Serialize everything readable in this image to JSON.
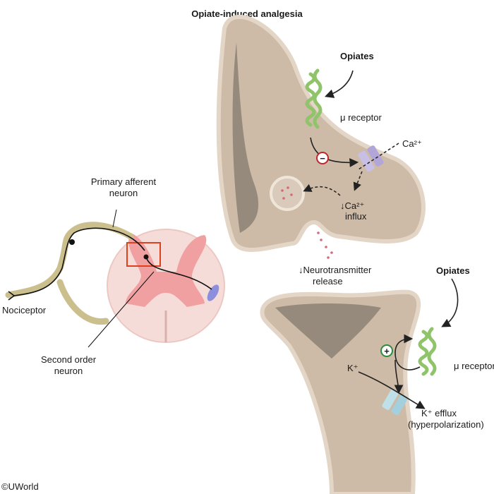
{
  "title": "Opiate-induced analgesia",
  "presynaptic": {
    "opiates": "Opiates",
    "receptor": "μ receptor",
    "calcium": "Ca²⁺",
    "influx_line1": "↓Ca²⁺",
    "influx_line2": "influx",
    "release_line1": "↓Neurotransmitter",
    "release_line2": "release",
    "inhibit_symbol": "−"
  },
  "postsynaptic": {
    "opiates": "Opiates",
    "receptor": "μ receptor",
    "potassium": "K⁺",
    "efflux_line1": "K⁺ efflux",
    "efflux_line2": "(hyperpolarization)",
    "stimulate_symbol": "+"
  },
  "spinal": {
    "primary_line1": "Primary afferent",
    "primary_line2": "neuron",
    "nociceptor": "Nociceptor",
    "second_line1": "Second order",
    "second_line2": "neuron"
  },
  "copyright": "©UWorld",
  "colors": {
    "membrane": "#c9b8a6",
    "cytoplasm": "#b6a391",
    "receptor": "#8fc46a",
    "channel_ca": "#c8bfe4",
    "channel_k": "#bfe0e8",
    "grey_matter": "#f0a0a0",
    "white_matter": "#f6dcd8",
    "nerve": "#cbbf8e",
    "box": "#e0411d"
  }
}
